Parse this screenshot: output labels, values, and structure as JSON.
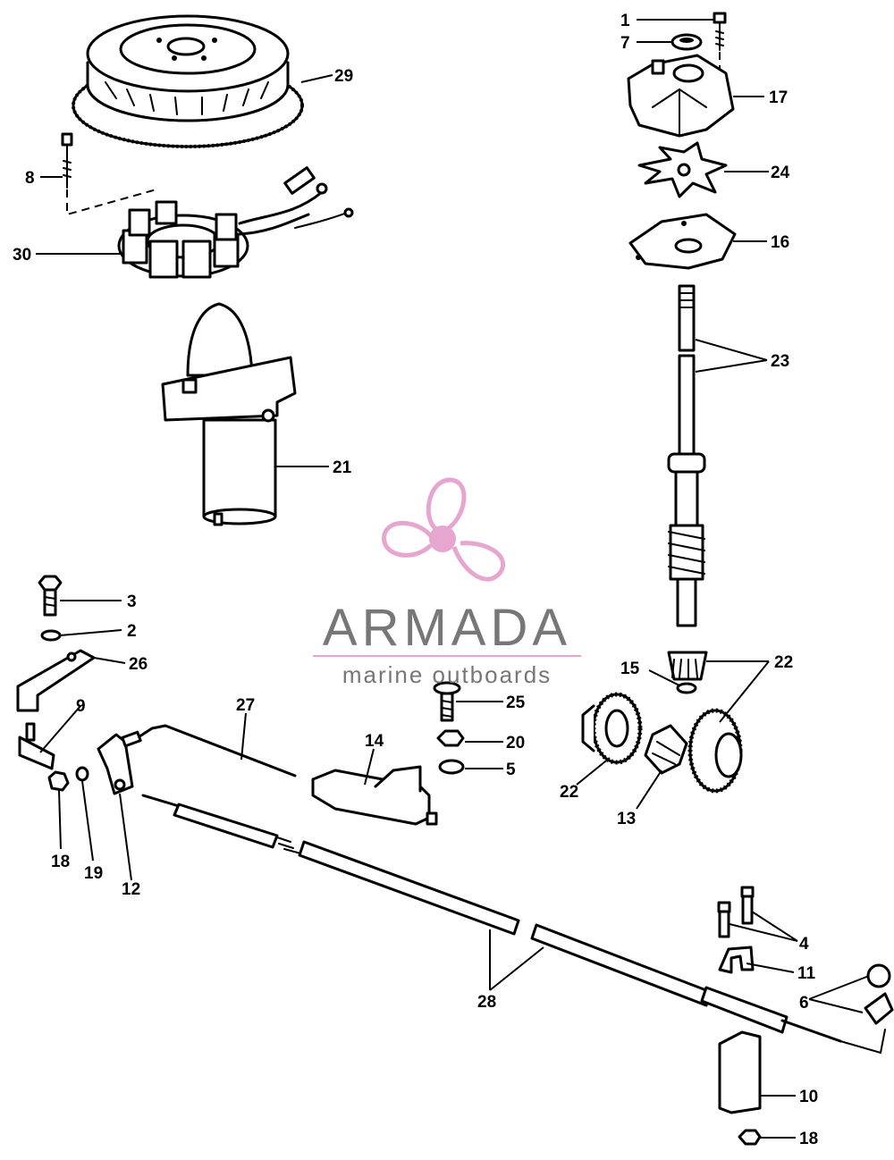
{
  "brand": {
    "name": "ARMADA",
    "tagline": "marine outboards",
    "logo_color": "#e7a6d0",
    "text_color": "#777777"
  },
  "callouts": [
    {
      "id": "c1",
      "label": "1"
    },
    {
      "id": "c7",
      "label": "7"
    },
    {
      "id": "c17",
      "label": "17"
    },
    {
      "id": "c24",
      "label": "24"
    },
    {
      "id": "c16",
      "label": "16"
    },
    {
      "id": "c23",
      "label": "23"
    },
    {
      "id": "c29",
      "label": "29"
    },
    {
      "id": "c8",
      "label": "8"
    },
    {
      "id": "c30",
      "label": "30"
    },
    {
      "id": "c21",
      "label": "21"
    },
    {
      "id": "c3",
      "label": "3"
    },
    {
      "id": "c2",
      "label": "2"
    },
    {
      "id": "c26",
      "label": "26"
    },
    {
      "id": "c9",
      "label": "9"
    },
    {
      "id": "c27",
      "label": "27"
    },
    {
      "id": "c14",
      "label": "14"
    },
    {
      "id": "c25",
      "label": "25"
    },
    {
      "id": "c20",
      "label": "20"
    },
    {
      "id": "c5",
      "label": "5"
    },
    {
      "id": "c15",
      "label": "15"
    },
    {
      "id": "c22a",
      "label": "22"
    },
    {
      "id": "c22b",
      "label": "22"
    },
    {
      "id": "c13",
      "label": "13"
    },
    {
      "id": "c18a",
      "label": "18"
    },
    {
      "id": "c19",
      "label": "19"
    },
    {
      "id": "c12",
      "label": "12"
    },
    {
      "id": "c4",
      "label": "4"
    },
    {
      "id": "c11",
      "label": "11"
    },
    {
      "id": "c6",
      "label": "6"
    },
    {
      "id": "c28",
      "label": "28"
    },
    {
      "id": "c10",
      "label": "10"
    },
    {
      "id": "c18b",
      "label": "18"
    }
  ]
}
